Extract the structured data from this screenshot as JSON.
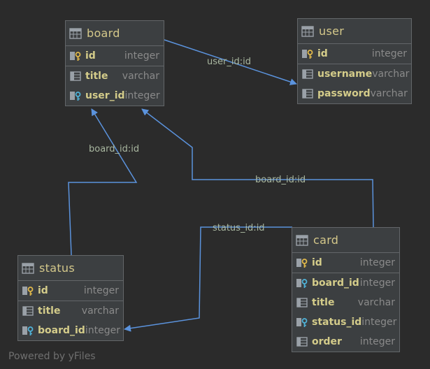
{
  "colors": {
    "background": "#2b2b2b",
    "entity_bg": "#3c3f41",
    "border": "#636669",
    "edge": "#5b93dd",
    "name": "#d4cc8a",
    "type": "#8a8a8a",
    "label": "#a9b7a0"
  },
  "entities": {
    "board": {
      "name": "board",
      "columns": [
        {
          "name": "id",
          "type": "integer",
          "icon": "primary-key-icon"
        },
        {
          "name": "title",
          "type": "varchar",
          "icon": "column-icon"
        },
        {
          "name": "user_id",
          "type": "integer",
          "icon": "foreign-key-icon"
        }
      ]
    },
    "user": {
      "name": "user",
      "columns": [
        {
          "name": "id",
          "type": "integer",
          "icon": "primary-key-icon"
        },
        {
          "name": "username",
          "type": "varchar",
          "icon": "column-icon"
        },
        {
          "name": "password",
          "type": "varchar",
          "icon": "column-icon"
        }
      ]
    },
    "status": {
      "name": "status",
      "columns": [
        {
          "name": "id",
          "type": "integer",
          "icon": "primary-key-icon"
        },
        {
          "name": "title",
          "type": "varchar",
          "icon": "column-icon"
        },
        {
          "name": "board_id",
          "type": "integer",
          "icon": "foreign-key-icon"
        }
      ]
    },
    "card": {
      "name": "card",
      "columns": [
        {
          "name": "id",
          "type": "integer",
          "icon": "primary-key-icon"
        },
        {
          "name": "board_id",
          "type": "integer",
          "icon": "foreign-key-icon"
        },
        {
          "name": "title",
          "type": "varchar",
          "icon": "column-icon"
        },
        {
          "name": "status_id",
          "type": "integer",
          "icon": "foreign-key-icon"
        },
        {
          "name": "order",
          "type": "integer",
          "icon": "column-icon"
        }
      ]
    }
  },
  "relations": [
    {
      "label": "user_id:id",
      "from": "board.user_id",
      "to": "user.id"
    },
    {
      "label": "board_id:id",
      "from": "status.board_id",
      "to": "board.id"
    },
    {
      "label": "board_id:id",
      "from": "card.board_id",
      "to": "board.id"
    },
    {
      "label": "status_id:id",
      "from": "card.status_id",
      "to": "status.id"
    }
  ],
  "watermark": "Powered by yFiles"
}
